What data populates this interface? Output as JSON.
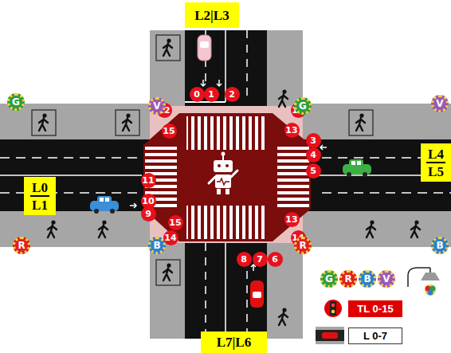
{
  "diagram": {
    "nodes": [
      {
        "text": [
          "L2|L3"
        ]
      },
      {
        "text": [
          "L4",
          "L5"
        ]
      },
      {
        "text": [
          "L0",
          "L1"
        ]
      },
      {
        "text": [
          "L7|L6"
        ]
      }
    ],
    "labels": [
      "0",
      "1",
      "2",
      "3",
      "4",
      "5",
      "6",
      "7",
      "8",
      "9",
      "10",
      "11",
      "12",
      "12",
      "13",
      "13",
      "14",
      "14",
      "15",
      "15",
      "G",
      "V",
      "G",
      "V",
      "R",
      "B",
      "R",
      "B",
      "G",
      "R",
      "B",
      "V"
    ],
    "legend": [
      {
        "text": "TL 0-15"
      },
      {
        "text": "L 0-7"
      }
    ]
  }
}
